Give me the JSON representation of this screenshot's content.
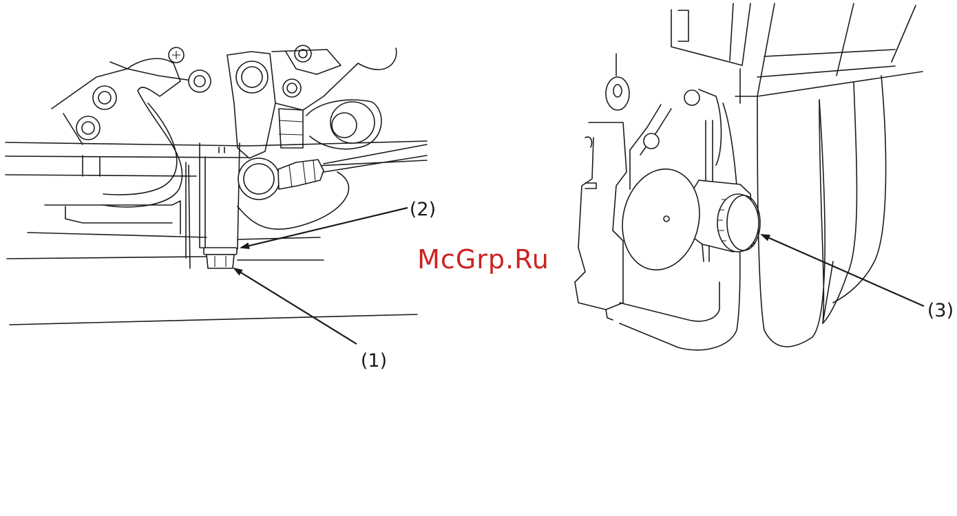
{
  "callouts": {
    "c1": "(1)",
    "c2": "(2)",
    "c3": "(3)"
  },
  "watermark": {
    "text": "McGrp.Ru",
    "color": "#cc2222"
  },
  "line_color": "#1a1a1a"
}
